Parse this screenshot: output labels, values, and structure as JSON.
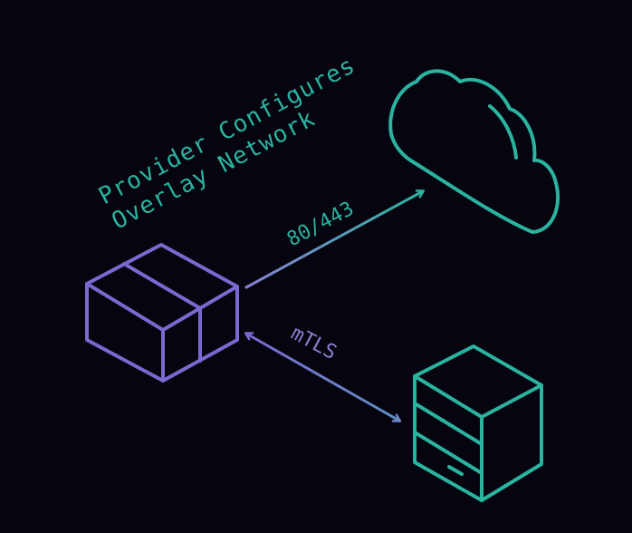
{
  "title": {
    "line1": "Provider Configures",
    "line2": "Overlay Network"
  },
  "edges": {
    "to_cloud_label": "80/443",
    "to_server_label": "mTLS"
  },
  "icons": {
    "source": "box-icon",
    "cloud": "cloud-icon",
    "server": "server-icon"
  },
  "colors": {
    "background": "#05040f",
    "accent_teal": "#2bb3a0",
    "accent_purple": "#7b68d0"
  }
}
